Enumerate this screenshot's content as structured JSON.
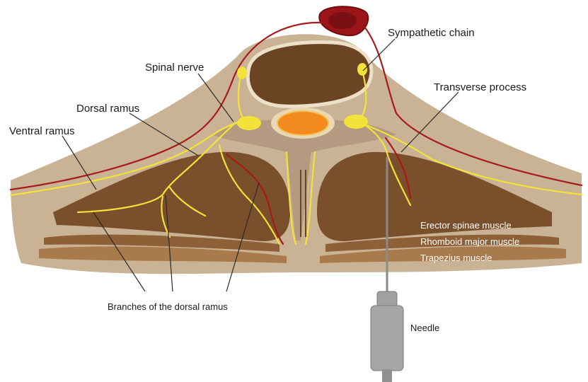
{
  "labels": {
    "sympathetic_chain": "Sympathetic chain",
    "spinal_nerve": "Spinal nerve",
    "transverse_process": "Transverse process",
    "dorsal_ramus": "Dorsal ramus",
    "ventral_ramus": "Ventral ramus",
    "erector_spinae": "Erector spinae muscle",
    "rhomboid_major": "Rhomboid major muscle",
    "trapezius": "Trapezius muscle",
    "branches_dorsal_ramus": "Branches of the dorsal ramus",
    "needle": "Needle"
  },
  "colors": {
    "skin": "#c9b394",
    "vertebral_body": "#6b4424",
    "muscle_dark": "#7a4f2b",
    "muscle_mid": "#8e6038",
    "muscle_light": "#a97a4c",
    "spinal_cord": "#f28a1e",
    "nerve": "#f2e23a",
    "vessel": "#a8191c",
    "needle": "#9a9a9a"
  }
}
